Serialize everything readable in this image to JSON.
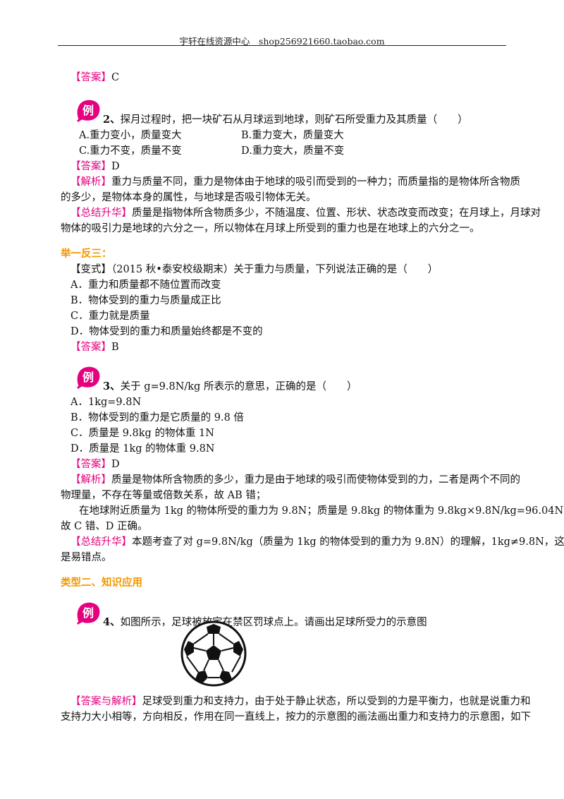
{
  "header": {
    "text": "宇轩在线资源中心　shop256921660.taobao.com"
  },
  "ex1_answer": {
    "tag": "【答案】",
    "value": "C"
  },
  "ex2": {
    "badge": "例",
    "num": "2、",
    "stem": "探月过程时，把一块矿石从月球运到地球，则矿石所受重力及其质量（　　）",
    "opt_a": "A.重力变小，质量变大",
    "opt_b": "B.重力变大，质量变大",
    "opt_c": "C.重力不变，质量不变",
    "opt_d": "D.重力变大，质量不变",
    "answer_tag": "【答案】",
    "answer": "D",
    "analysis_tag": "【解析】",
    "analysis_1": "重力与质量不同，重力是物体由于地球的吸引而受到的一种力；而质量指的是物体所含物质",
    "analysis_2": "的多少，是物体本身的属性，与地球是否吸引物体无关。",
    "summary_tag": "【总结升华】",
    "summary_1": "质量是指物体所含物质多少，不随温度、位置、形状、状态改变而改变；在月球上，月球对",
    "summary_2": "物体的吸引力是地球的六分之一，所以物体在月球上所受到的重力也是在地球上的六分之一。"
  },
  "variant3": {
    "heading": "举一反三：",
    "tag": "【变式】",
    "stem": "（2015 秋•泰安校级期末）关于重力与质量，下列说法正确的是（　　）",
    "opt_a": "A．重力和质量都不随位置而改变",
    "opt_b": "B．物体受到的重力与质量成正比",
    "opt_c": "C．重力就是质量",
    "opt_d": "D．物体受到的重力和质量始终都是不变的",
    "answer_tag": "【答案】",
    "answer": "B"
  },
  "ex3": {
    "badge": "例",
    "num": "3、",
    "stem": "关于 g=9.8N/kg 所表示的意思，正确的是（　　）",
    "opt_a": "A．1kg=9.8N",
    "opt_b": "B．物体受到的重力是它质量的 9.8 倍",
    "opt_c": "C．质量是 9.8kg 的物体重 1N",
    "opt_d": "D．质量是 1kg 的物体重 9.8N",
    "answer_tag": "【答案】",
    "answer": "D",
    "analysis_tag": "【解析】",
    "analysis_1": "质量是物体所含物质的多少，重力是由于地球的吸引而使物体受到的力，二者是两个不同的",
    "analysis_2": "物理量，不存在等量或倍数关系，故 AB 错；",
    "analysis_3": "在地球附近质量为 1kg 的物体所受的重力为 9.8N；质量是 9.8kg 的物体重为 9.8kg×9.8N/kg=96.04N，",
    "analysis_4": "故 C 错、D 正确。",
    "summary_tag": "【总结升华】",
    "summary_1": "本题考查了对 g=9.8N/kg（质量为 1kg 的物体受到的重力为 9.8N）的理解，1kg≠9.8N，这",
    "summary_2": "是易错点。"
  },
  "type2": {
    "heading": "类型二、知识应用"
  },
  "ex4": {
    "badge": "例",
    "num": "4、",
    "stem": "如图所示，足球被放定在禁区罚球点上。请画出足球所受力的示意图",
    "answer_tag": "【答案与解析】",
    "answer_1": "足球受到重力和支持力，由于处于静止状态，所以受到的力是平衡力，也就是说重力和",
    "answer_2": "支持力大小相等，方向相反，作用在同一直线上，按力的示意图的画法画出重力和支持力的示意图，如下"
  },
  "colors": {
    "tag": "#e5007f",
    "heading": "#f39800"
  },
  "icons": {
    "badge": "example-badge-icon",
    "ball": "soccer-ball-icon"
  }
}
